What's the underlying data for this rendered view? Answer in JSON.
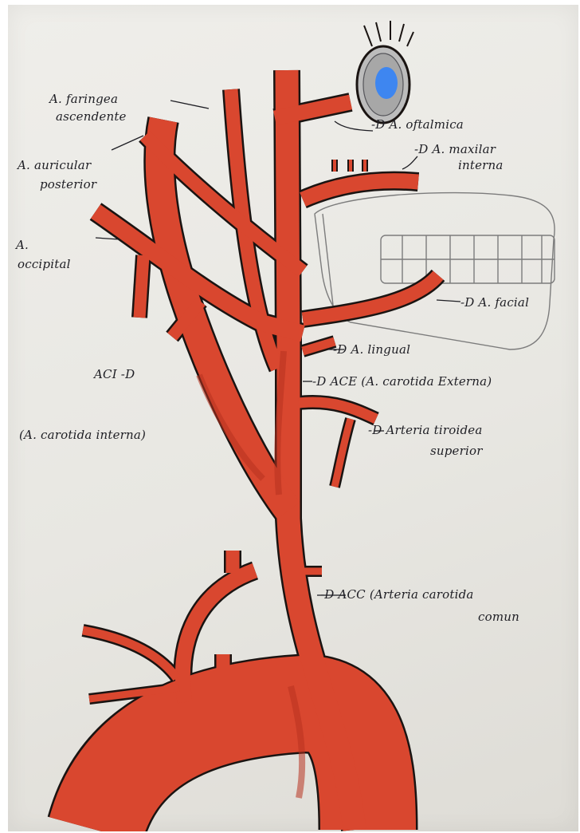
{
  "colors": {
    "artery": "#d9472f",
    "artery_dark": "#b8321f",
    "outline": "#1a1412",
    "iris": "#3e86f0",
    "paper": "#eceae5",
    "pencil": "#7c7c7c"
  },
  "labels": {
    "faringea": [
      "A. faringea",
      "ascendente"
    ],
    "auricular": [
      "A. auricular",
      "posterior"
    ],
    "occipital": [
      "A.",
      "occipital"
    ],
    "oftalmica": "-D A. oftalmica",
    "maxilar": [
      "-D A. maxilar",
      "interna"
    ],
    "facial": "-D A. facial",
    "lingual": "-D A. lingual",
    "ace": "-D ACE (A. carotida Externa)",
    "aci": [
      "ACI -D",
      "(A. carotida interna)"
    ],
    "tiroidea": [
      "-D Arteria tiroidea",
      "superior"
    ],
    "acc": [
      "-D ACC (Arteria carotida",
      "comun"
    ]
  },
  "icons": {
    "eye": "eye-icon",
    "jaw": "jaw-with-teeth-icon"
  }
}
